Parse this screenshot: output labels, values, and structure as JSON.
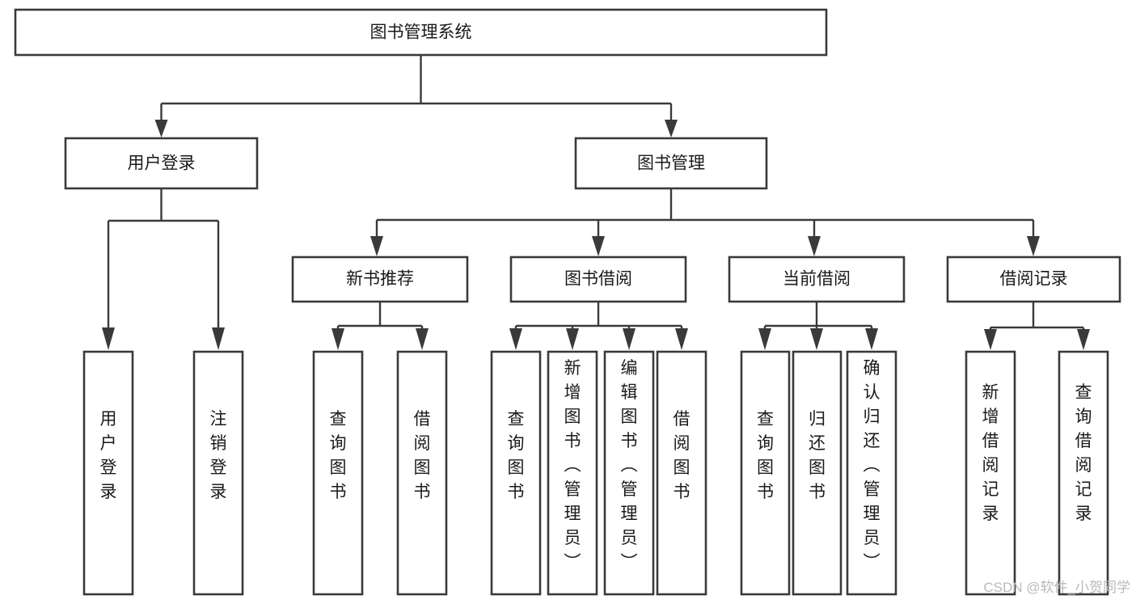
{
  "diagram": {
    "title": "图书管理系统",
    "type": "tree-hierarchy",
    "orientation": "top-down",
    "root": {
      "id": "root",
      "label": "图书管理系统",
      "text_direction": "horizontal"
    },
    "level2": [
      {
        "id": "user-login",
        "label": "用户登录",
        "text_direction": "horizontal"
      },
      {
        "id": "book-management",
        "label": "图书管理",
        "text_direction": "horizontal"
      }
    ],
    "level3": [
      {
        "id": "new-book-recommend",
        "label": "新书推荐",
        "text_direction": "horizontal",
        "parent": "book-management"
      },
      {
        "id": "book-borrow",
        "label": "图书借阅",
        "text_direction": "horizontal",
        "parent": "book-management"
      },
      {
        "id": "current-borrow",
        "label": "当前借阅",
        "text_direction": "horizontal",
        "parent": "book-management"
      },
      {
        "id": "borrow-record",
        "label": "借阅记录",
        "text_direction": "horizontal",
        "parent": "book-management"
      }
    ],
    "leaves": [
      {
        "id": "leaf-user-login",
        "label": "用户登录",
        "parent": "user-login",
        "text_direction": "vertical"
      },
      {
        "id": "leaf-user-logout",
        "label": "注销登录",
        "parent": "user-login",
        "text_direction": "vertical"
      },
      {
        "id": "leaf-query-book-1",
        "label": "查询图书",
        "parent": "new-book-recommend",
        "text_direction": "vertical"
      },
      {
        "id": "leaf-borrow-book-1",
        "label": "借阅图书",
        "parent": "new-book-recommend",
        "text_direction": "vertical"
      },
      {
        "id": "leaf-query-book-2",
        "label": "查询图书",
        "parent": "book-borrow",
        "text_direction": "vertical"
      },
      {
        "id": "leaf-add-book",
        "label": "新增图书（管理员）",
        "parent": "book-borrow",
        "text_direction": "vertical"
      },
      {
        "id": "leaf-edit-book",
        "label": "编辑图书（管理员）",
        "parent": "book-borrow",
        "text_direction": "vertical"
      },
      {
        "id": "leaf-borrow-book-2",
        "label": "借阅图书",
        "parent": "book-borrow",
        "text_direction": "vertical"
      },
      {
        "id": "leaf-query-book-3",
        "label": "查询图书",
        "parent": "current-borrow",
        "text_direction": "vertical"
      },
      {
        "id": "leaf-return-book",
        "label": "归还图书",
        "parent": "current-borrow",
        "text_direction": "vertical"
      },
      {
        "id": "leaf-confirm-return",
        "label": "确认归还（管理员）",
        "parent": "current-borrow",
        "text_direction": "vertical"
      },
      {
        "id": "leaf-add-record",
        "label": "新增借阅记录",
        "parent": "borrow-record",
        "text_direction": "vertical"
      },
      {
        "id": "leaf-query-record",
        "label": "查询借阅记录",
        "parent": "borrow-record",
        "text_direction": "vertical"
      }
    ]
  },
  "watermark": {
    "text": "CSDN @软件_小贺同学"
  },
  "colors": {
    "box_stroke": "#3a3a3a",
    "box_fill": "#ffffff",
    "text": "#1a1a1a",
    "connector": "#3a3a3a",
    "watermark": "#b9b9b9",
    "background": "#ffffff"
  }
}
